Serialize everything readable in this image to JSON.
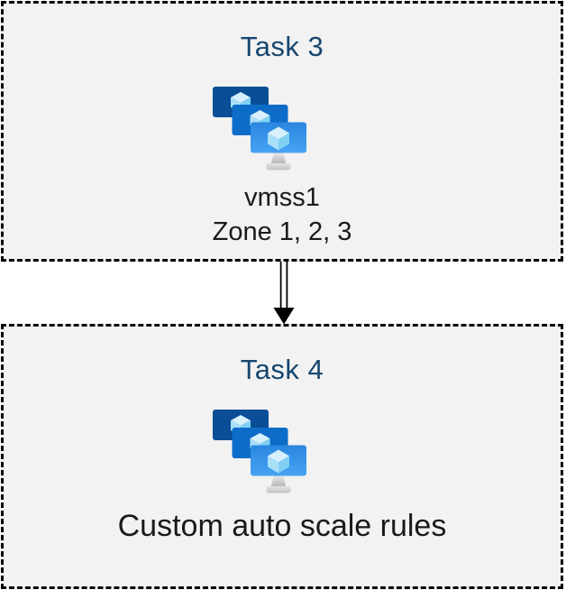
{
  "diagram": {
    "colors": {
      "page_background": "#ffffff",
      "box_fill": "#f2f2f2",
      "box_border": "#000000",
      "title_text": "#17466e",
      "body_text": "#1a1a1a",
      "arrow": "#000000",
      "monitor_back": "#094e96",
      "monitor_middle": "#0e6cc9",
      "monitor_front_top": "#2a86de",
      "monitor_front_bottom": "#47a3f3",
      "cube_top": "#d7f0fb",
      "cube_left": "#a9e0f8",
      "cube_right": "#7fd0f3"
    },
    "boxes": [
      {
        "id": "task3",
        "title": "Task 3",
        "icon": "vm-scale-sets-icon",
        "label_lines": [
          "vmss1",
          "Zone 1, 2, 3"
        ]
      },
      {
        "id": "task4",
        "title": "Task 4",
        "icon": "vm-scale-sets-icon",
        "label_lines": [
          "Custom auto scale rules"
        ]
      }
    ],
    "connector": {
      "type": "double-line-arrow",
      "from": "Task 3",
      "to": "Task 4",
      "direction": "down"
    }
  }
}
